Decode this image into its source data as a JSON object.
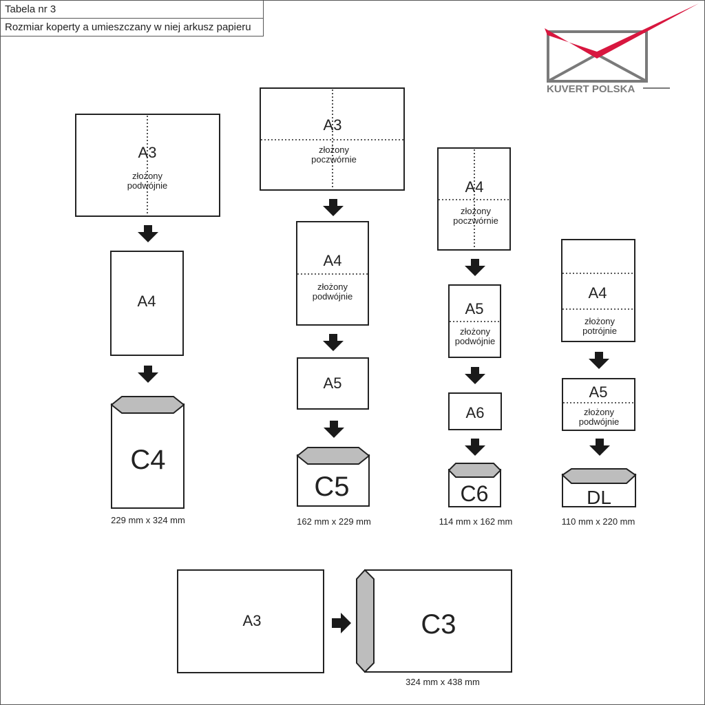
{
  "header": {
    "table_number": "Tabela nr 3",
    "title": "Rozmiar koperty a umieszczany w niej arkusz papieru"
  },
  "logo": {
    "text": "KUVERT POLSKA",
    "envelope_color": "#7a7a7a",
    "swoosh_color": "#d8173f",
    "icon": "envelope-check-logo"
  },
  "colors": {
    "outline": "#222222",
    "flap_fill": "#bdbdbd",
    "arrow": "#1a1a1a"
  },
  "columns": [
    {
      "sheets": [
        {
          "label": "A3",
          "note": [
            "złożony",
            "podwójnie"
          ]
        },
        {
          "label": "A4",
          "note": []
        }
      ],
      "envelope": "C4",
      "size": "229 mm x 324 mm"
    },
    {
      "sheets": [
        {
          "label": "A3",
          "note": [
            "złożony",
            "poczwórnie"
          ]
        },
        {
          "label": "A4",
          "note": [
            "złożony",
            "podwójnie"
          ]
        },
        {
          "label": "A5",
          "note": []
        }
      ],
      "envelope": "C5",
      "size": "162 mm x 229 mm"
    },
    {
      "sheets": [
        {
          "label": "A4",
          "note": [
            "złożony",
            "poczwórnie"
          ]
        },
        {
          "label": "A5",
          "note": [
            "złożony",
            "podwójnie"
          ]
        },
        {
          "label": "A6",
          "note": []
        }
      ],
      "envelope": "C6",
      "size": "114 mm x 162 mm"
    },
    {
      "sheets": [
        {
          "label": "A4",
          "note": [
            "złożony",
            "potrójnie"
          ]
        },
        {
          "label": "A5",
          "note": [
            "złożony",
            "podwójnie"
          ]
        }
      ],
      "envelope": "DL",
      "size": "110 mm x 220 mm"
    }
  ],
  "bottom": {
    "sheet": "A3",
    "envelope": "C3",
    "size": "324 mm x 438 mm"
  }
}
